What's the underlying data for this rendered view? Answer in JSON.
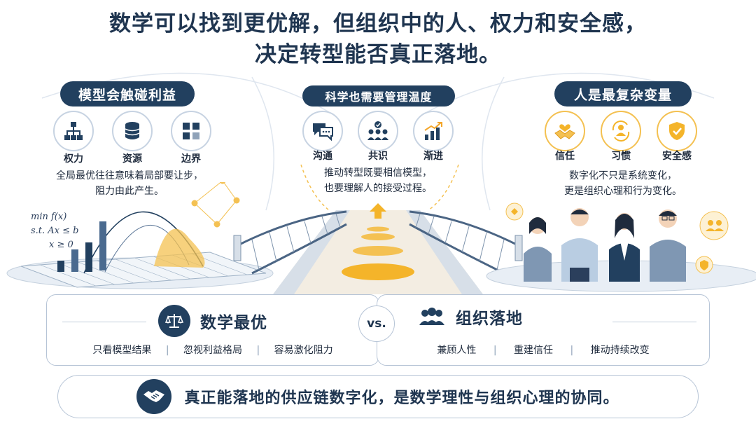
{
  "title": {
    "line1": "数学可以找到更优解，但组织中的人、权力和安全感，",
    "line2": "决定转型能否真正落地。"
  },
  "left": {
    "heading": "模型会触碰利益",
    "icons": [
      {
        "icon": "hierarchy-icon",
        "label": "权力"
      },
      {
        "icon": "database-icon",
        "label": "资源"
      },
      {
        "icon": "grid-icon",
        "label": "边界"
      }
    ],
    "desc_line1": "全局最优往往意味着局部要让步，",
    "desc_line2": "阻力由此产生。",
    "math": {
      "l1": "min f(x)",
      "l2": "s.t.  Ax ≤ b",
      "l3": "x ≥ 0"
    }
  },
  "middle": {
    "heading": "科学也需要管理温度",
    "icons": [
      {
        "icon": "chat-icon",
        "label": "沟通"
      },
      {
        "icon": "consensus-icon",
        "label": "共识"
      },
      {
        "icon": "growth-chart-icon",
        "label": "渐进"
      }
    ],
    "desc_line1": "推动转型既要相信模型，",
    "desc_line2": "也要理解人的接受过程。"
  },
  "right": {
    "heading": "人是最复杂变量",
    "icons": [
      {
        "icon": "handshake-heart-icon",
        "label": "信任"
      },
      {
        "icon": "habit-cycle-icon",
        "label": "习惯"
      },
      {
        "icon": "shield-check-icon",
        "label": "安全感"
      }
    ],
    "desc_line1": "数字化不只是系统变化，",
    "desc_line2": "更是组织心理和行为变化。"
  },
  "compare": {
    "left_title": "数学最优",
    "left_points": [
      "只看模型结果",
      "忽视利益格局",
      "容易激化阻力"
    ],
    "vs": "vs.",
    "right_title": "组织落地",
    "right_points": [
      "兼顾人性",
      "重建信任",
      "推动持续改变"
    ]
  },
  "bottom": {
    "text": "真正能落地的供应链数字化，是数学理性与组织心理的协同。"
  },
  "colors": {
    "navy": "#22405f",
    "accent_yellow": "#f4c152",
    "border": "#b6c4d6"
  }
}
